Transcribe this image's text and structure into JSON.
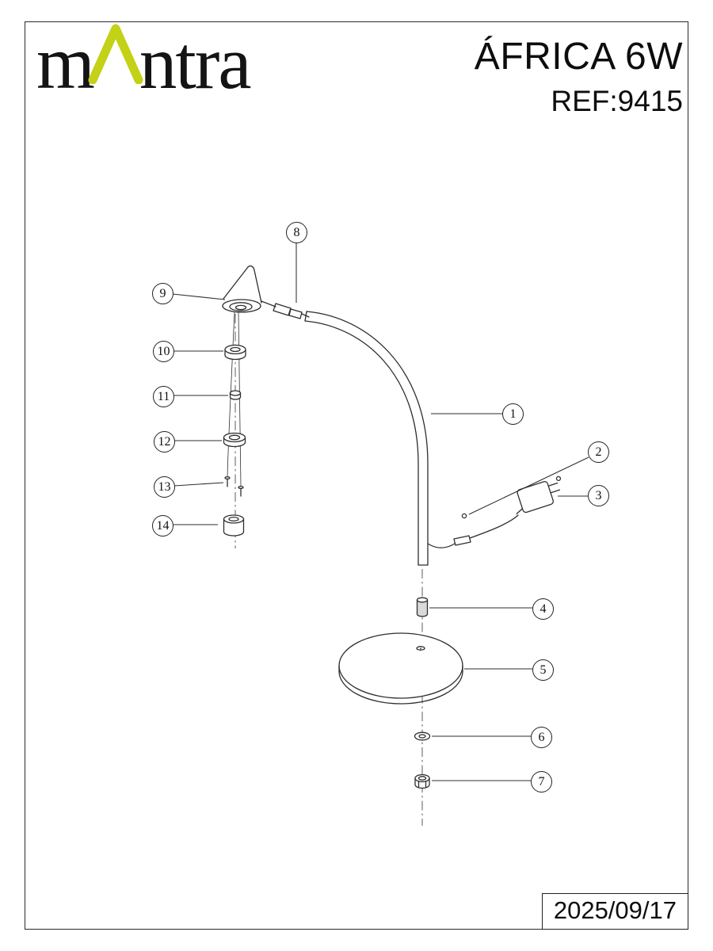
{
  "page": {
    "title": "ÁFRICA 6W",
    "ref": "REF:9415",
    "date": "2025/09/17"
  },
  "logo": {
    "prefix": "m",
    "suffix": "ntra",
    "accent_color": "#c3d117"
  },
  "callouts": [
    {
      "label": "1"
    },
    {
      "label": "2"
    },
    {
      "label": "3"
    },
    {
      "label": "4"
    },
    {
      "label": "5"
    },
    {
      "label": "6"
    },
    {
      "label": "7"
    },
    {
      "label": "8"
    },
    {
      "label": "9"
    },
    {
      "label": "10"
    },
    {
      "label": "11"
    },
    {
      "label": "12"
    },
    {
      "label": "13"
    },
    {
      "label": "14"
    }
  ]
}
